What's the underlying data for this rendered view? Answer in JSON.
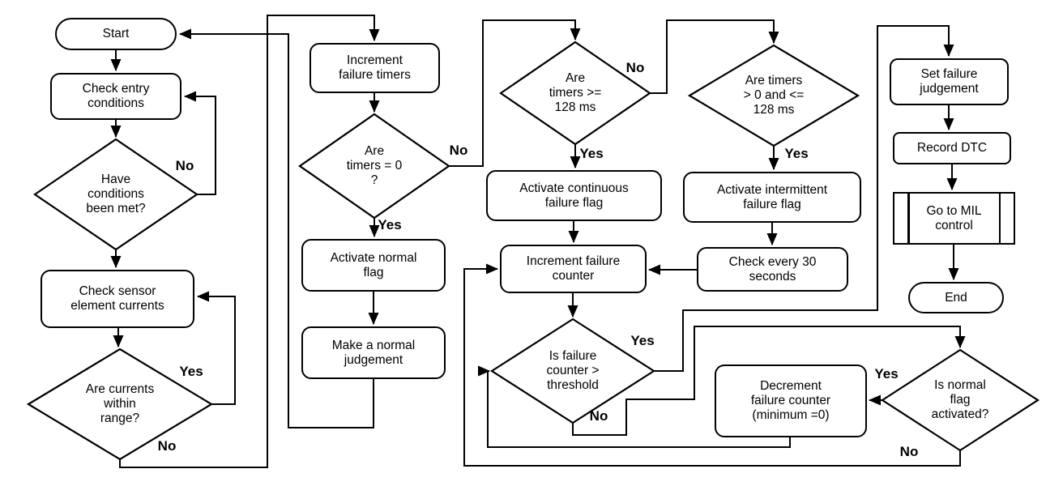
{
  "nodes": {
    "start": "Start",
    "check_entry": "Check entry\nconditions",
    "have_conditions": "Have\nconditions\nbeen met?",
    "check_sensor": "Check sensor\nelement currents",
    "currents_range": "Are currents\nwithin\nrange?",
    "inc_timers": "Increment\nfailure timers",
    "timers_zero": "Are\ntimers = 0\n?",
    "act_normal": "Activate normal\nflag",
    "normal_judgement": "Make a normal\njudgement",
    "timers_128": "Are\ntimers >=\n128 ms",
    "act_continuous": "Activate continuous\nfailure flag",
    "inc_counter": "Increment failure\ncounter",
    "timers_mid": "Are timers\n> 0 and  <=\n128 ms",
    "act_intermittent": "Activate intermittent\nfailure flag",
    "check_30s": "Check every 30\nseconds",
    "counter_threshold": "Is failure\ncounter >\nthreshold",
    "decrement": "Decrement\nfailure counter\n(minimum =0)",
    "normal_flag": "Is normal\nflag\nactivated?",
    "set_failure": "Set failure\njudgement",
    "record_dtc": "Record DTC",
    "mil": "Go to MIL\ncontrol",
    "end": "End"
  },
  "labels": {
    "yes": "Yes",
    "no": "No"
  }
}
